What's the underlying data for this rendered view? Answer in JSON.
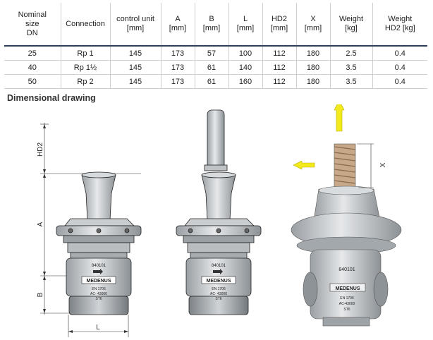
{
  "table": {
    "headers": [
      {
        "line1": "Nominal",
        "line2": "size",
        "line3": "DN"
      },
      {
        "line1": "Connection"
      },
      {
        "line1": "control unit",
        "line2": "[mm]"
      },
      {
        "line1": "A",
        "line2": "[mm]"
      },
      {
        "line1": "B",
        "line2": "[mm]"
      },
      {
        "line1": "L",
        "line2": "[mm]"
      },
      {
        "line1": "HD2",
        "line2": "[mm]"
      },
      {
        "line1": "X",
        "line2": "[mm]"
      },
      {
        "line1": "Weight",
        "line2": "[kg]"
      },
      {
        "line1": "Weight",
        "line2": "HD2 [kg]"
      }
    ],
    "rows": [
      [
        "25",
        "Rp 1",
        "145",
        "173",
        "57",
        "100",
        "112",
        "180",
        "2.5",
        "0.4"
      ],
      [
        "40",
        "Rp 1½",
        "145",
        "173",
        "61",
        "140",
        "112",
        "180",
        "3.5",
        "0.4"
      ],
      [
        "50",
        "Rp 2",
        "145",
        "173",
        "61",
        "160",
        "112",
        "180",
        "3.5",
        "0.4"
      ]
    ]
  },
  "section_heading": "Dimensional drawing",
  "drawing": {
    "dim_labels": {
      "hd2": "HD2",
      "a": "A",
      "b": "B",
      "l": "L",
      "x": "X"
    },
    "nameplate": {
      "code": "840101",
      "brand": "MEDENUS",
      "norm": "EN 1706",
      "alloy": "AC- 43000",
      "temper": "ST6"
    },
    "photo_nameplate": {
      "code": "840101",
      "brand": "MEDENUS",
      "norm": "EN 1706",
      "alloy": "AC-43000",
      "temper": "ST6"
    },
    "arrow_color": "#f2ea1c"
  }
}
